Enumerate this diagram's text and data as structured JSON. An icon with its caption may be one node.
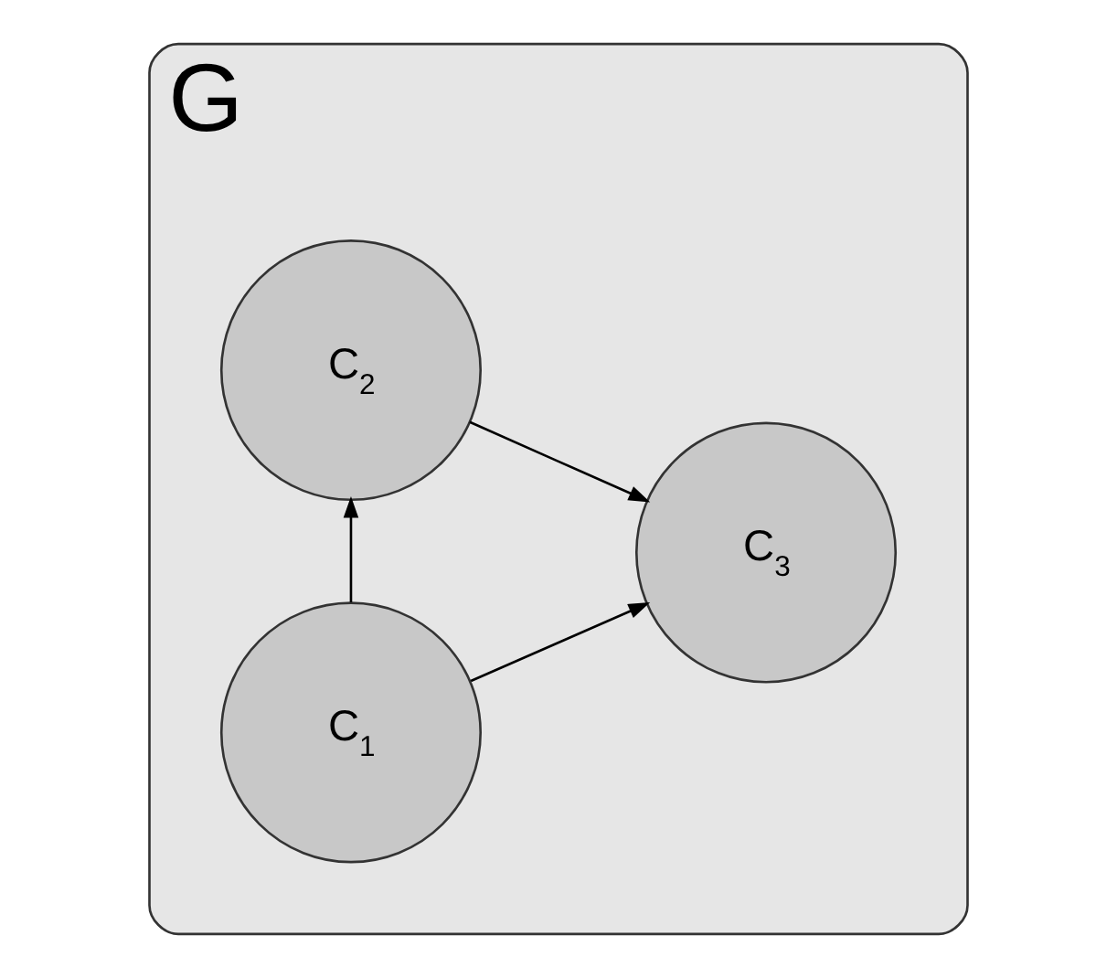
{
  "diagram": {
    "nodes": [
      {
        "text": [
          "G"
        ]
      },
      {
        "text": [
          "C$_{1}$"
        ],
        "in": 0
      },
      {
        "text": [
          "C$_{2}$"
        ],
        "in": 0
      },
      {
        "text": [
          "C$_{3}$"
        ],
        "in": 0
      }
    ],
    "edges": [
      {
        "from": 1,
        "to": 2,
        "arrow": "to"
      },
      {
        "from": 1,
        "to": 3,
        "arrow": "to"
      },
      {
        "from": 2,
        "to": 3,
        "arrow": "to"
      }
    ]
  }
}
